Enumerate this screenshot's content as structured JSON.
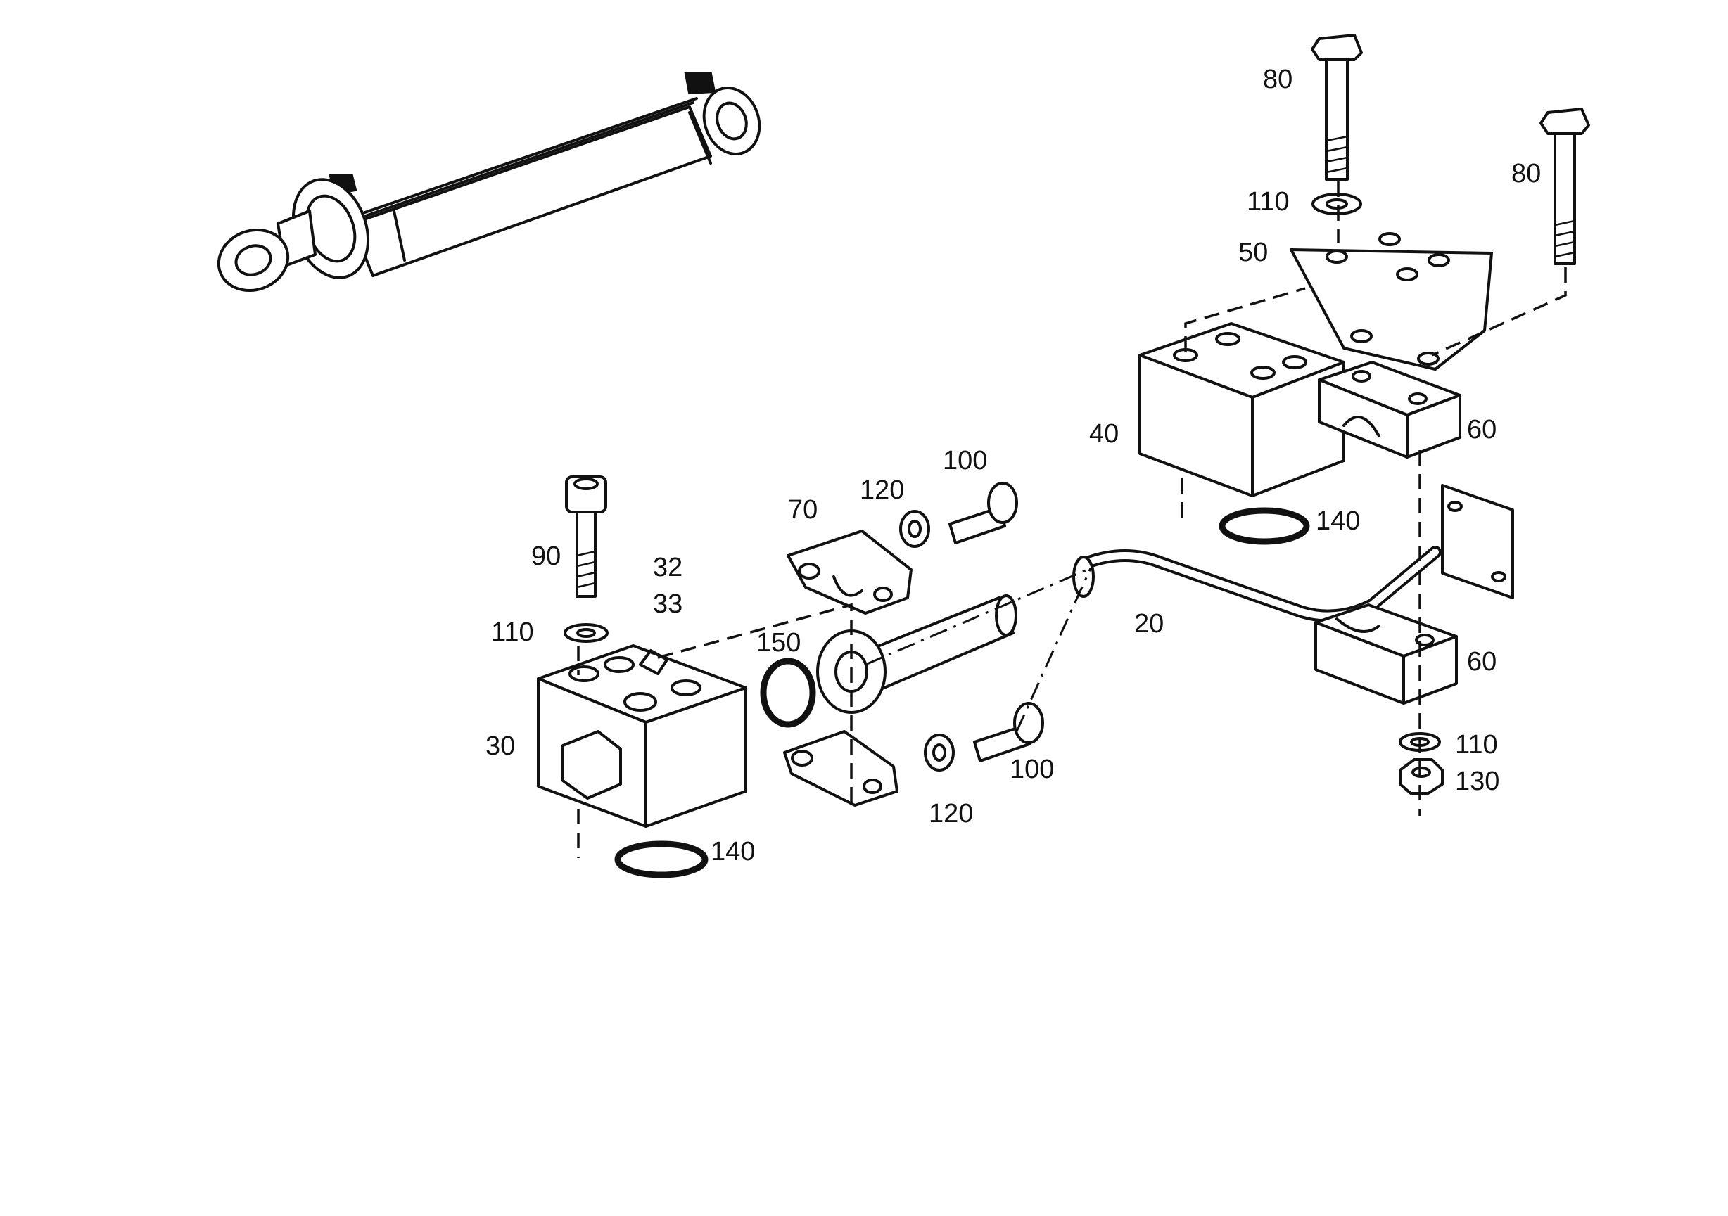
{
  "callouts": {
    "c80a": "80",
    "c80b": "80",
    "c110a": "110",
    "c50": "50",
    "c40": "40",
    "c60a": "60",
    "c100a": "100",
    "c120a": "120",
    "c70": "70",
    "c140a": "140",
    "c90": "90",
    "c32": "32",
    "c33": "33",
    "c110b": "110",
    "c150": "150",
    "c20": "20",
    "c60b": "60",
    "c30": "30",
    "c100b": "100",
    "c120b": "120",
    "c110c": "110",
    "c130": "130",
    "c140b": "140"
  }
}
